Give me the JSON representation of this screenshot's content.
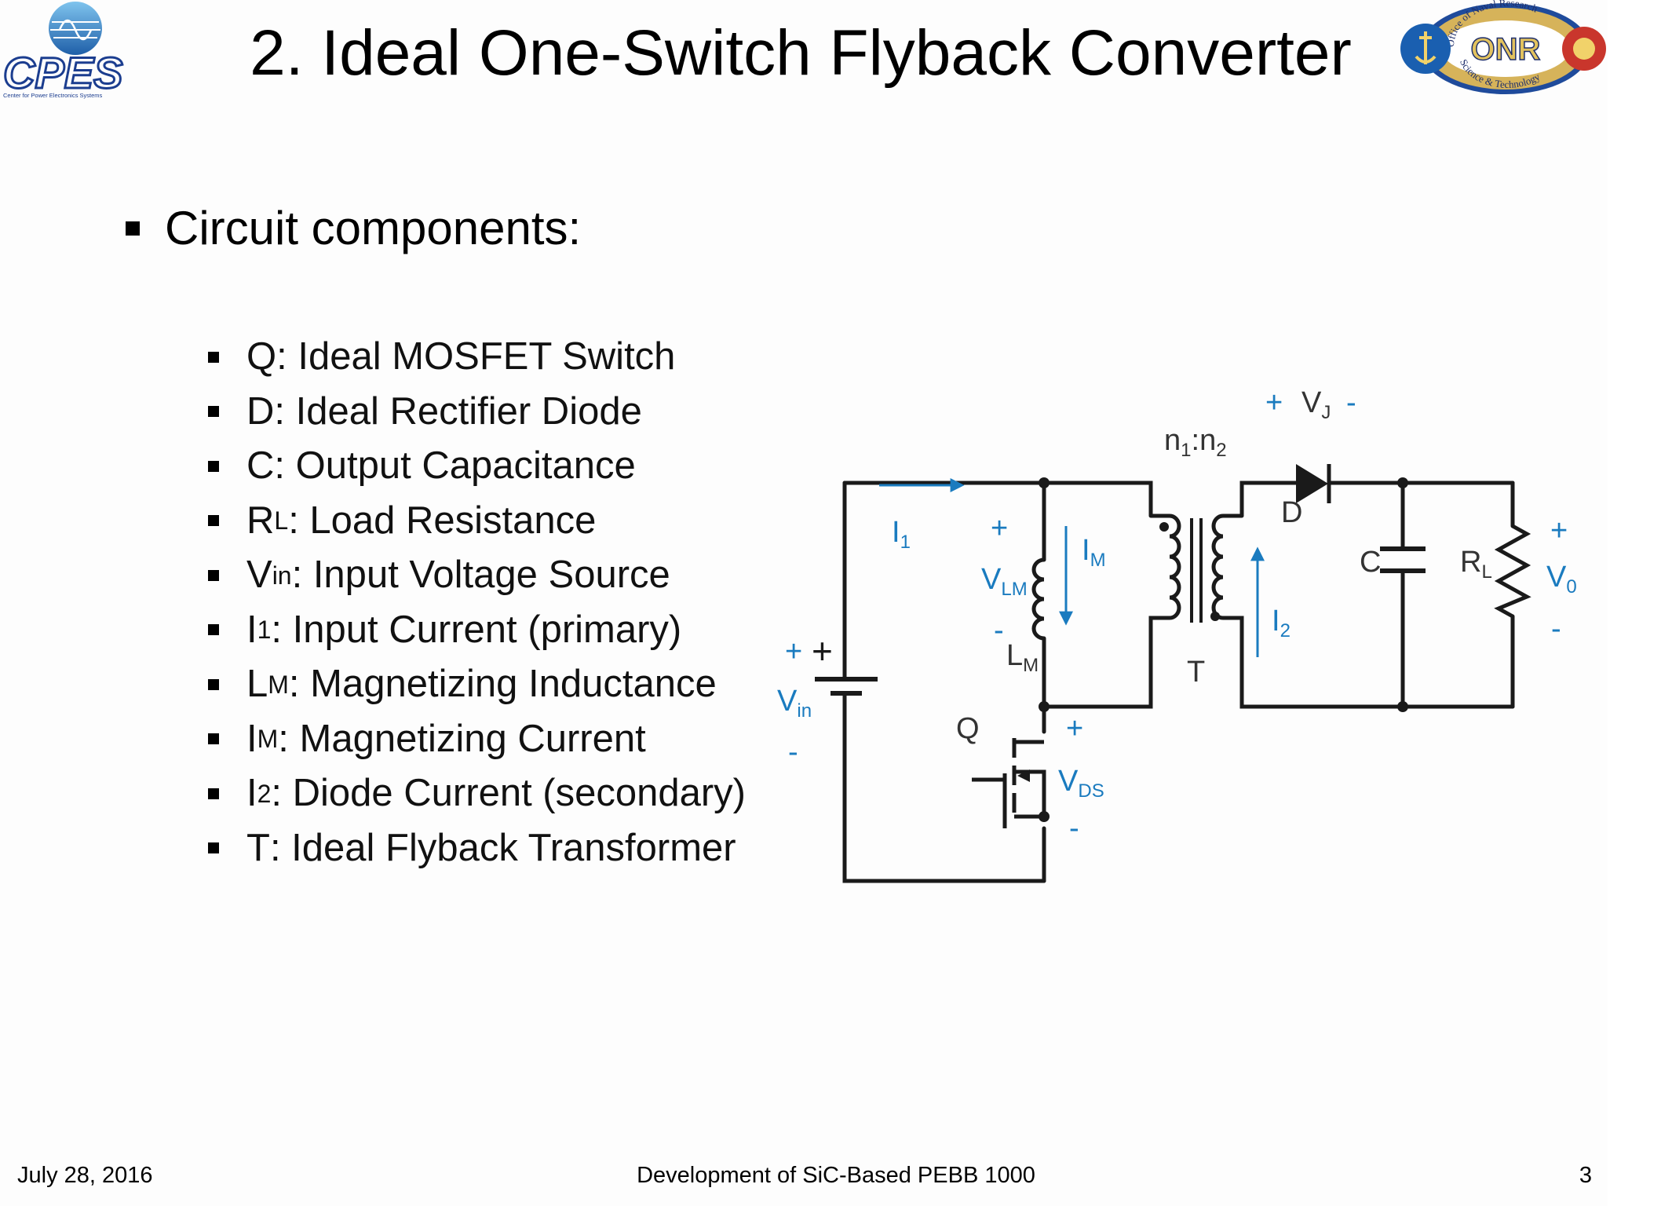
{
  "header": {
    "title": "2. Ideal One-Switch Flyback Converter",
    "left_logo": {
      "text": "CPES",
      "tagline": "Center for Power Electronics Systems"
    },
    "right_logo": {
      "text": "ONR",
      "ring_top": "Office of Naval Research",
      "ring_bottom": "Science & Technology"
    }
  },
  "section": {
    "heading": "Circuit components:"
  },
  "components": [
    {
      "sym": "Q",
      "sub": "",
      "desc": ": Ideal MOSFET Switch"
    },
    {
      "sym": "D",
      "sub": "",
      "desc": ": Ideal Rectifier Diode"
    },
    {
      "sym": "C",
      "sub": "",
      "desc": ": Output Capacitance"
    },
    {
      "sym": "R",
      "sub": "L",
      "desc": ": Load Resistance"
    },
    {
      "sym": "V",
      "sub": "in",
      "desc": ": Input Voltage Source"
    },
    {
      "sym": "I",
      "sub": "1",
      "desc": ": Input Current (primary)"
    },
    {
      "sym": "L",
      "sub": "M",
      "desc": ": Magnetizing Inductance"
    },
    {
      "sym": "I",
      "sub": "M",
      "desc": ": Magnetizing Current"
    },
    {
      "sym": "I",
      "sub": "2",
      "desc": ": Diode Current (secondary)"
    },
    {
      "sym": "T",
      "sub": "",
      "desc": ": Ideal Flyback Transformer"
    }
  ],
  "circuit": {
    "turns_ratio": {
      "n1": "n",
      "n1_sub": "1",
      "sep": ":",
      "n2": "n",
      "n2_sub": "2"
    },
    "labels": {
      "I1": "I",
      "I1_sub": "1",
      "IM": "I",
      "IM_sub": "M",
      "I2": "I",
      "I2_sub": "2",
      "VLM": "V",
      "VLM_sub": "LM",
      "LM": "L",
      "LM_sub": "M",
      "VJ": "V",
      "VJ_sub": "J",
      "D": "D",
      "C": "C",
      "RL": "R",
      "RL_sub": "L",
      "Vo": "V",
      "Vo_sub": "0",
      "Vin": "V",
      "Vin_sub": "in",
      "Q": "Q",
      "VDS": "V",
      "VDS_sub": "DS",
      "T": "T",
      "plus": "+",
      "minus": "-"
    },
    "colors": {
      "wire": "#1a1a1a",
      "arrow": "#1a7bbf",
      "label": "#333333"
    }
  },
  "footer": {
    "date": "July 28, 2016",
    "center": "Development of SiC-Based PEBB 1000",
    "page": "3"
  }
}
